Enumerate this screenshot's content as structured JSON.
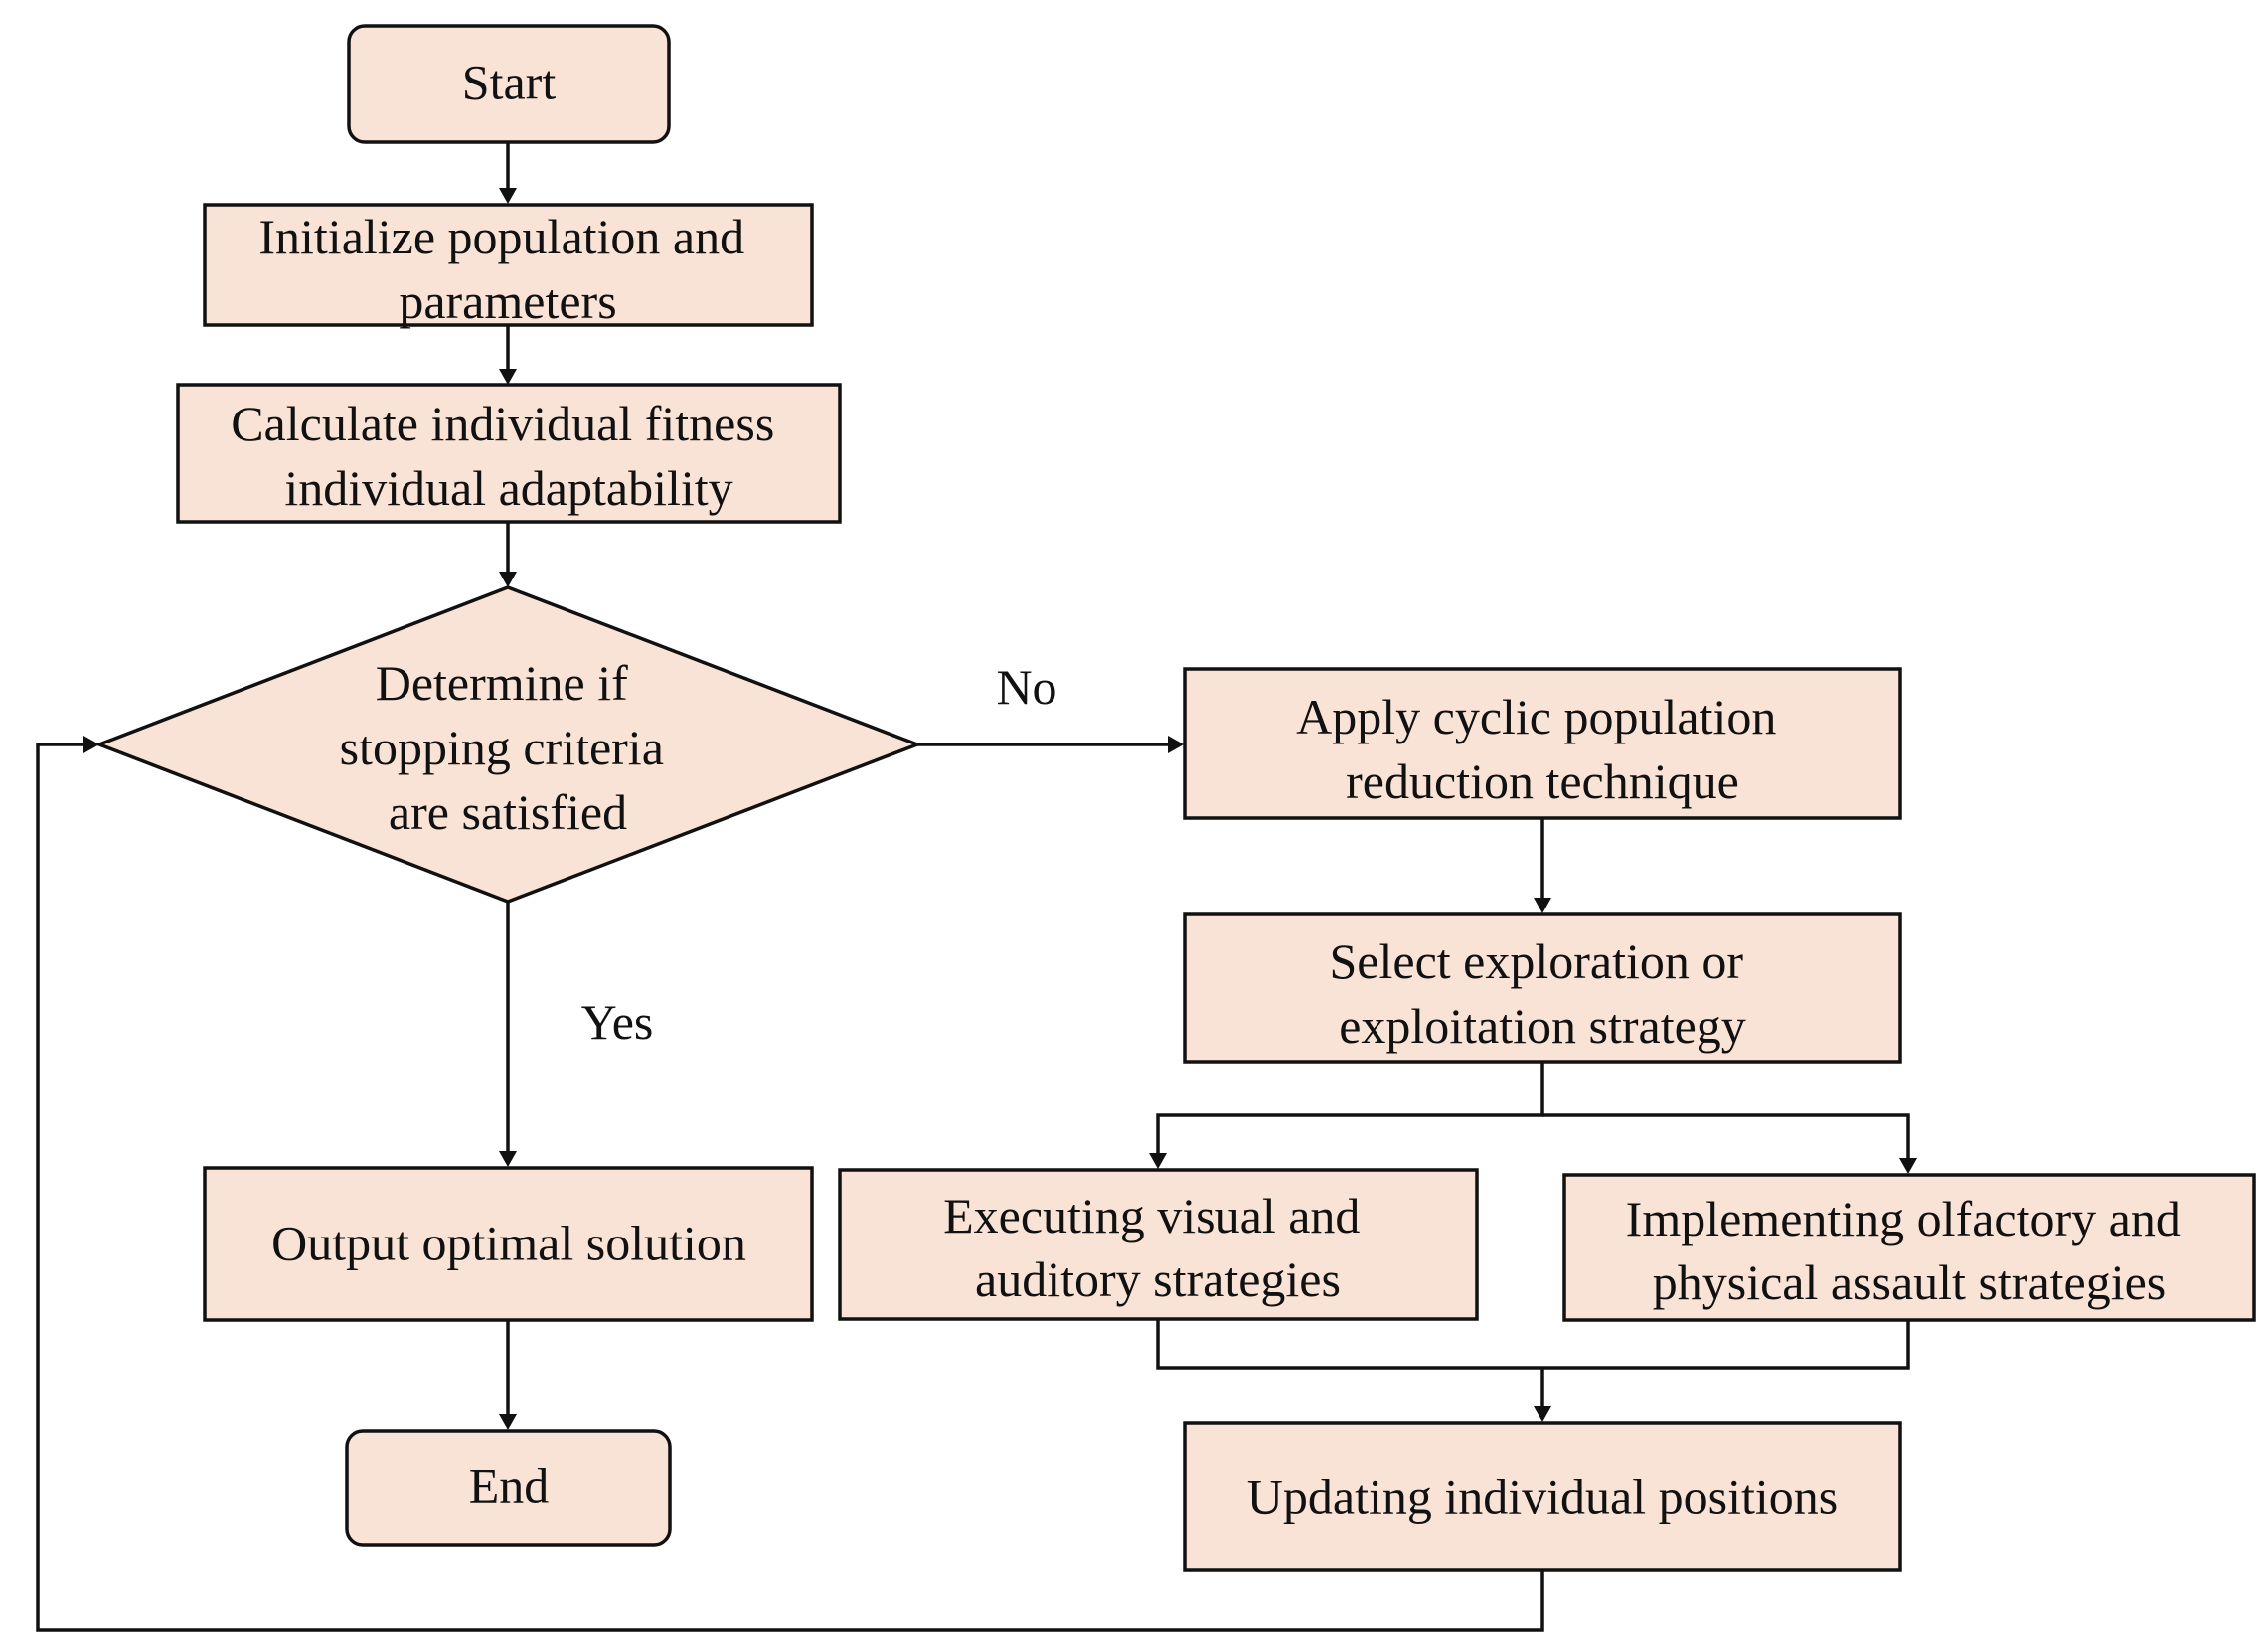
{
  "nodes": {
    "start": "Start",
    "init": [
      "Initialize population and",
      "parameters"
    ],
    "fitness": [
      "Calculate individual fitness",
      "individual adaptability"
    ],
    "decision": [
      "Determine if",
      "stopping criteria",
      "are satisfied"
    ],
    "output": "Output optimal solution",
    "end": "End",
    "cyclic": [
      "Apply cyclic population",
      "reduction technique"
    ],
    "select": [
      "Select exploration or",
      "exploitation strategy"
    ],
    "visual": [
      "Executing visual and",
      "auditory strategies"
    ],
    "olfactory": [
      "Implementing olfactory and",
      "physical assault strategies"
    ],
    "update": "Updating individual positions"
  },
  "edge_labels": {
    "no": "No",
    "yes": "Yes"
  },
  "colors": {
    "node_fill": "#f9e3d6",
    "stroke": "#111111"
  }
}
